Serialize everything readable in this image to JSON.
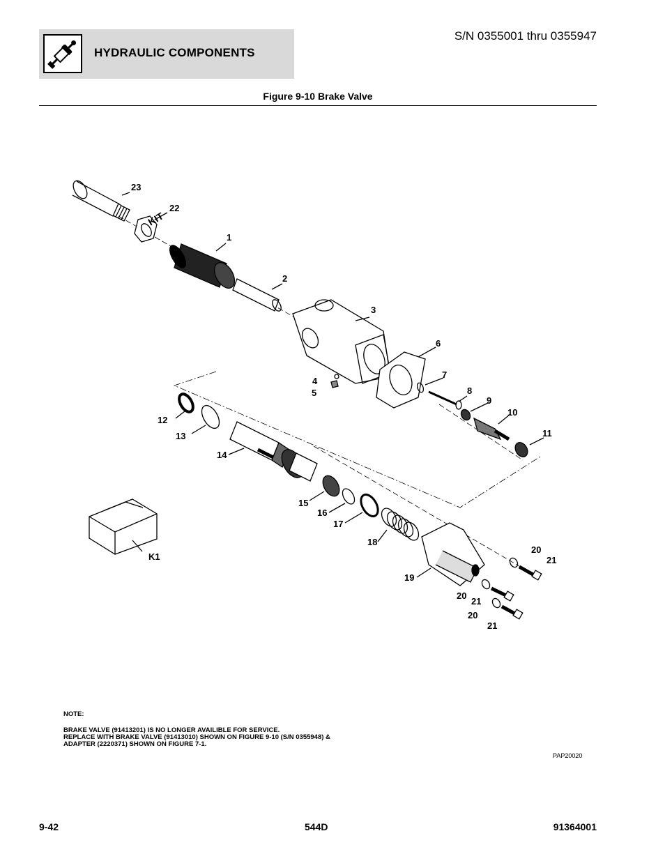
{
  "header": {
    "section_title": "HYDRAULIC COMPONENTS",
    "serial_range": "S/N 0355001 thru 0355947",
    "icon": "hydraulic-cylinder-icon"
  },
  "figure": {
    "title": "Figure 9-10 Brake Valve",
    "code": "PAP20020",
    "kit_label": "KIT",
    "callouts": [
      "23",
      "22",
      "1",
      "2",
      "3",
      "6",
      "4",
      "5",
      "7",
      "8",
      "9",
      "10",
      "11",
      "12",
      "13",
      "14",
      "15",
      "16",
      "17",
      "18",
      "19",
      "20",
      "21",
      "20",
      "21",
      "20",
      "21",
      "K1"
    ]
  },
  "note": {
    "heading": "NOTE:",
    "line1": "BRAKE VALVE (91413201) IS NO LONGER AVAILIBLE FOR SERVICE.",
    "line2": "REPLACE WITH BRAKE VALVE (91413010) SHOWN ON FIGURE 9-10 (S/N 0355948) &",
    "line3": "ADAPTER (2220371) SHOWN ON FIGURE 7-1."
  },
  "footer": {
    "page": "9-42",
    "model": "544D",
    "doc_number": "91364001"
  }
}
